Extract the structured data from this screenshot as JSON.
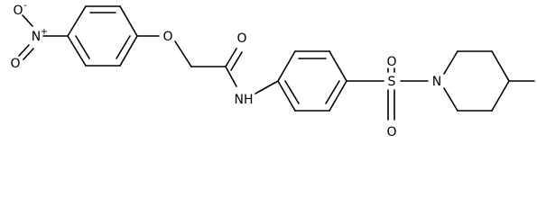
{
  "molecule": {
    "atoms": {
      "nitro_o_minus": "O",
      "nitro_n": "N",
      "nitro_o": "O",
      "ether_o": "O",
      "carbonyl_o": "O",
      "amide_nh": "NH",
      "sulfonyl_s": "S",
      "sulfonyl_o_top": "O",
      "sulfonyl_o_bottom": "O",
      "piperidine_n": "N"
    },
    "charges": {
      "nitro_o_minus": "-",
      "nitro_n": "+"
    },
    "colors": {
      "bond": "#000000",
      "text": "#000000",
      "background": "#ffffff"
    }
  }
}
